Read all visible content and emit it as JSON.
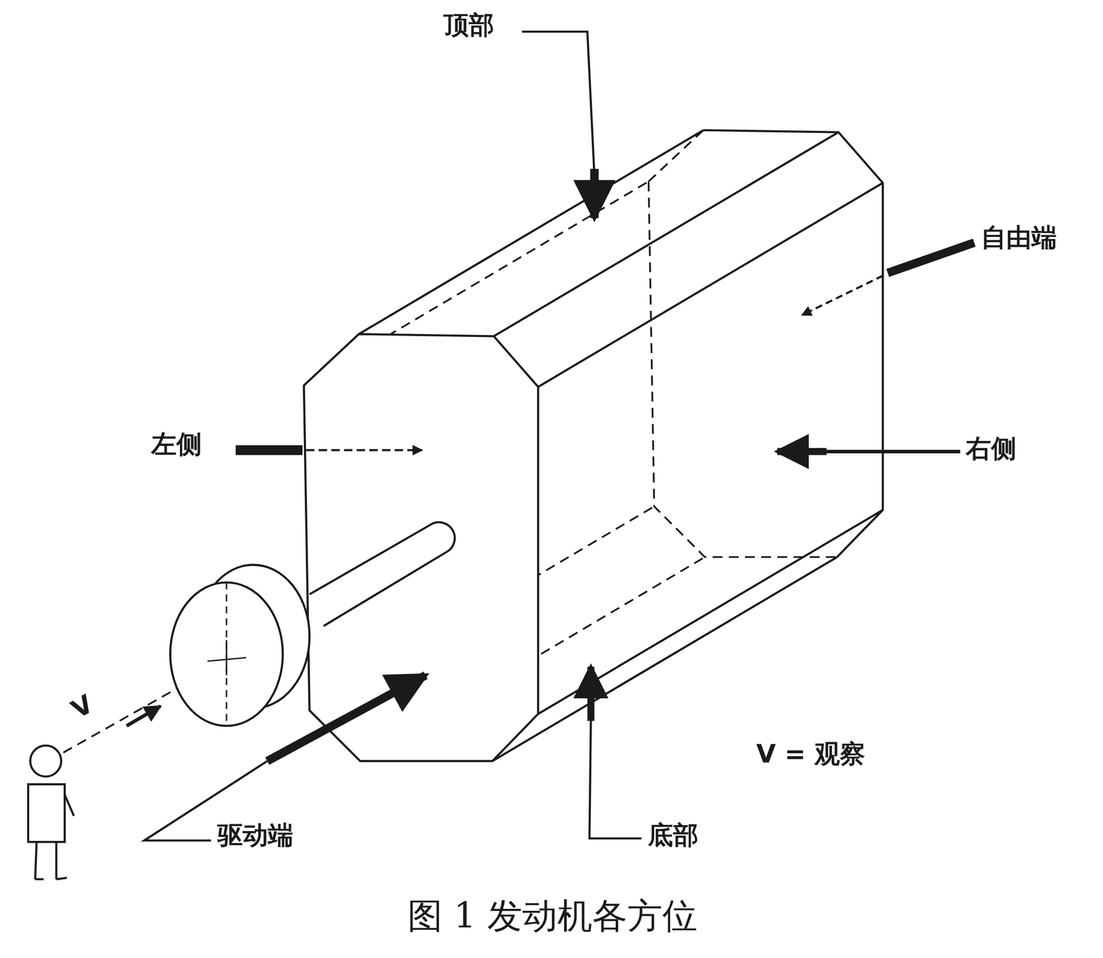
{
  "diagram": {
    "caption": "图 1 发动机各方位",
    "labels": [
      "顶部",
      "自由端",
      "左侧",
      "右侧",
      "V",
      "驱动端",
      "底部",
      "V = 观察"
    ]
  }
}
